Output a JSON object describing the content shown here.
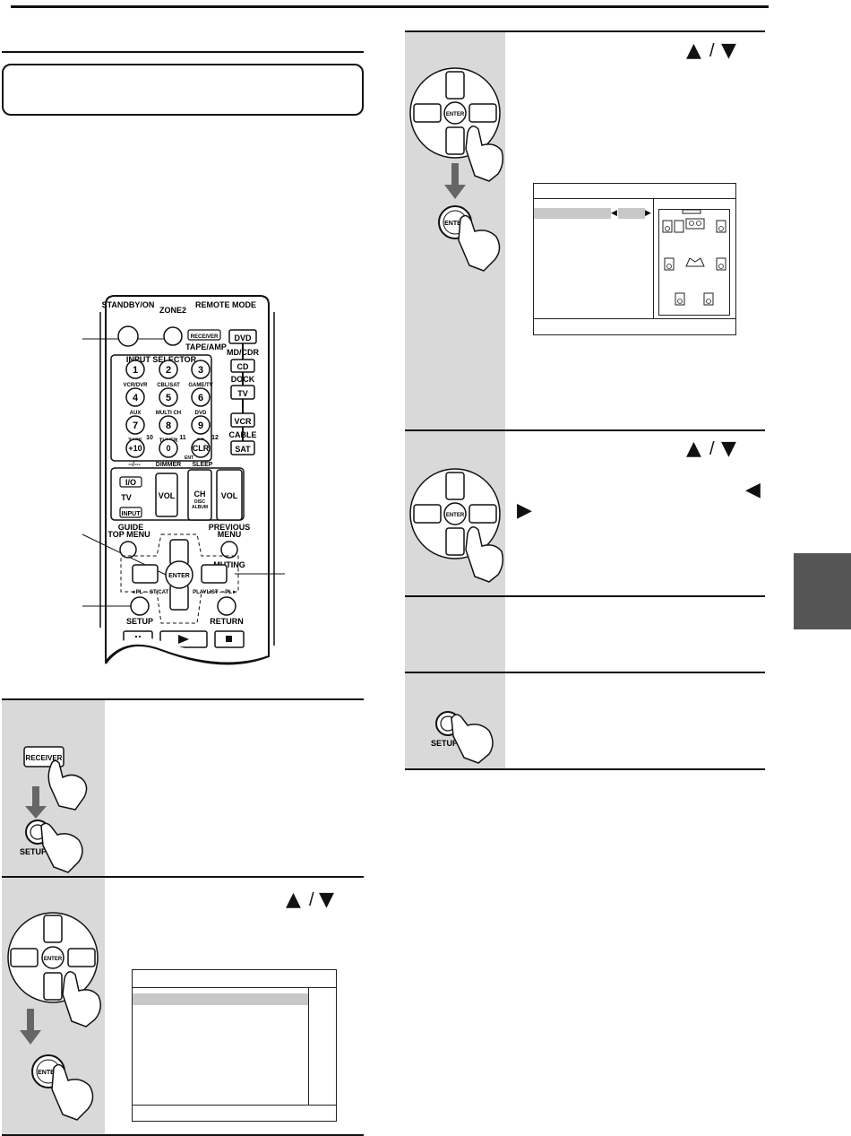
{
  "remote": {
    "standby_on": "STANDBY/ON",
    "zone2": "ZONE2",
    "remote_mode": "REMOTE MODE",
    "receiver": "RECEIVER",
    "tape_amp": "TAPE/AMP",
    "dvd": "DVD",
    "input_selector": "INPUT SELECTOR",
    "md_cdr": "MD/CDR",
    "cd_mode": "CD",
    "dock": "DOCK",
    "tv_mode": "TV",
    "vcr_mode": "VCR",
    "cable": "CABLE",
    "sat_mode": "SAT",
    "digits": [
      {
        "num": "1",
        "label": "VCR/DVR"
      },
      {
        "num": "2",
        "label": "CBL/SAT"
      },
      {
        "num": "3",
        "label": "GAME/TV"
      },
      {
        "num": "4",
        "label": "AUX"
      },
      {
        "num": "5",
        "label": "MULTI CH"
      },
      {
        "num": "6",
        "label": "DVD"
      },
      {
        "num": "7",
        "label": "TAPE"
      },
      {
        "num": "8",
        "label": "TUNER"
      },
      {
        "num": "9",
        "label": "CD"
      }
    ],
    "plus10": "+10",
    "zero": "0",
    "clr": "CLR",
    "num10": "10",
    "num11": "11",
    "num12": "12",
    "dash": "--/---",
    "dimmer": "DIMMER",
    "sleep": "SLEEP",
    "ent": "ENT",
    "tv": "TV",
    "io": "I/O",
    "input": "INPUT",
    "vol": "VOL",
    "ch": "CH",
    "disc": "DISC",
    "album": "ALBUM",
    "guide": "GUIDE",
    "top_menu": "TOP MENU",
    "previous": "PREVIOUS",
    "menu": "MENU",
    "muting": "MUTING",
    "enter": "ENTER",
    "setup": "SETUP",
    "return": "RETURN",
    "pl_st_cat": "◄PL— ST/CAT",
    "playlist": "PLAYLIST —PL►"
  },
  "hand_buttons": {
    "enter": "ENTER",
    "receiver": "RECEIVER",
    "setup": "SETUP"
  },
  "arrows": {
    "up": "▲",
    "down": "▼",
    "left": "◀",
    "right": "▶",
    "slash": "/"
  }
}
